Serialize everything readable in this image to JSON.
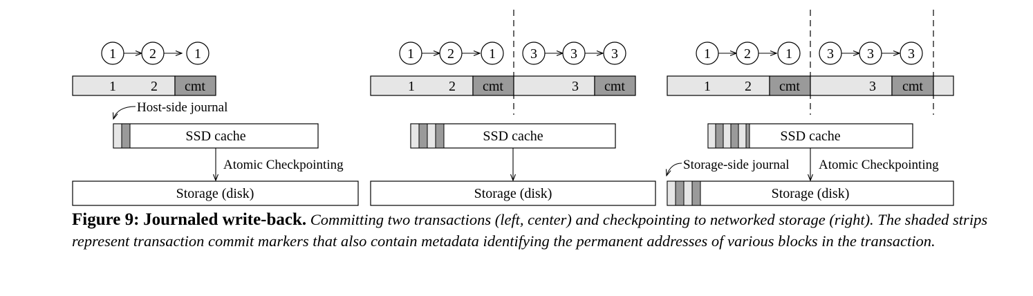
{
  "colors": {
    "light_fill": "#e6e6e6",
    "dark_fill": "#9a9a9a",
    "stroke": "#000000",
    "background": "#ffffff"
  },
  "panels": [
    {
      "id": "left",
      "transaction_nodes": [
        "1",
        "2",
        "1"
      ],
      "log_bar": {
        "labels": [
          "1",
          "2"
        ],
        "commit_label": "cmt"
      },
      "annotation_journal": "Host-side journal",
      "cache_label": "SSD cache",
      "cache_strips": [
        "light",
        "dark"
      ],
      "checkpoint_label": "Atomic Checkpointing",
      "storage_label": "Storage (disk)"
    },
    {
      "id": "center",
      "transaction_nodes": [
        "1",
        "2",
        "1"
      ],
      "transaction_nodes_2": [
        "3",
        "3",
        "3"
      ],
      "log_bar": {
        "labels": [
          "1",
          "2",
          "3"
        ],
        "commit_label": "cmt"
      },
      "cache_label": "SSD cache",
      "cache_strips": [
        "light",
        "dark",
        "light",
        "dark"
      ],
      "storage_label": "Storage (disk)"
    },
    {
      "id": "right",
      "transaction_nodes": [
        "1",
        "2",
        "1"
      ],
      "transaction_nodes_2": [
        "3",
        "3",
        "3"
      ],
      "log_bar": {
        "labels": [
          "1",
          "2",
          "3"
        ],
        "commit_label": "cmt"
      },
      "cache_label": "SSD cache",
      "cache_strips": [
        "light",
        "dark",
        "light",
        "dark",
        "light",
        "dark"
      ],
      "annotation_journal": "Storage-side journal",
      "checkpoint_label": "Atomic Checkpointing",
      "storage_label": "Storage (disk)",
      "storage_strips": [
        "light",
        "dark",
        "light",
        "dark"
      ]
    }
  ],
  "caption": {
    "label": "Figure 9:",
    "title": "Journaled write-back.",
    "body": "Committing two transactions (left, center) and checkpointing to networked storage (right). The shaded strips represent transaction commit markers that also contain metadata identifying the permanent addresses of various blocks in the transaction."
  }
}
